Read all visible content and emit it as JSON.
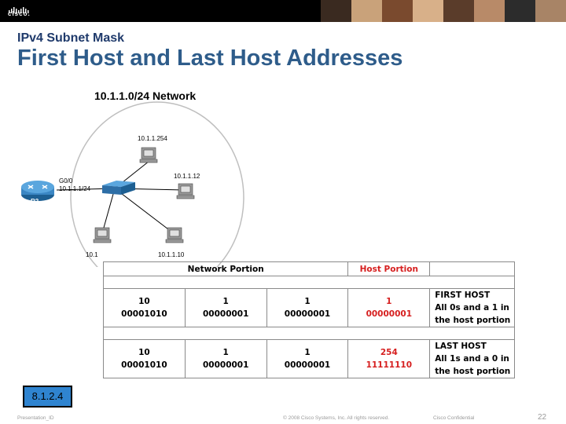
{
  "header": {
    "logo_text": "cisco.",
    "subtitle": "IPv4 Subnet Mask",
    "title": "First Host and Last Host Addresses"
  },
  "diagram": {
    "network_label": "10.1.1.0/24 Network",
    "router_name": "R2",
    "router_interface": "G0/0",
    "router_ip": "10.1.1.1/24",
    "pc_top_ip": "10.1.1.254",
    "pc_right_ip": "10.1.1.12",
    "pc_bottom_left_ip": "10.1",
    "pc_bottom_right_ip": "10.1.1.10"
  },
  "table": {
    "network_portion": "Network Portion",
    "host_portion": "Host Portion",
    "rows": [
      {
        "decimal": [
          "10",
          "1",
          "1",
          "1"
        ],
        "binary": [
          "00001010",
          "00000001",
          "00000001",
          "00000001"
        ],
        "desc": [
          "FIRST HOST",
          "All 0s and a 1 in",
          "the host portion"
        ]
      },
      {
        "decimal": [
          "10",
          "1",
          "1",
          "254"
        ],
        "binary": [
          "00001010",
          "00000001",
          "00000001",
          "11111110"
        ],
        "desc": [
          "LAST HOST",
          "All 1s and a 0 in",
          "the host portion"
        ]
      }
    ]
  },
  "badge": "8.1.2.4",
  "footer": {
    "left": "Presentation_ID",
    "center": "© 2008 Cisco Systems, Inc. All rights reserved.",
    "right": "Cisco Confidential",
    "page": "22"
  },
  "colors": {
    "title": "#2e5c8a",
    "host_red": "#d61f1f",
    "badge": "#2f84d0"
  }
}
